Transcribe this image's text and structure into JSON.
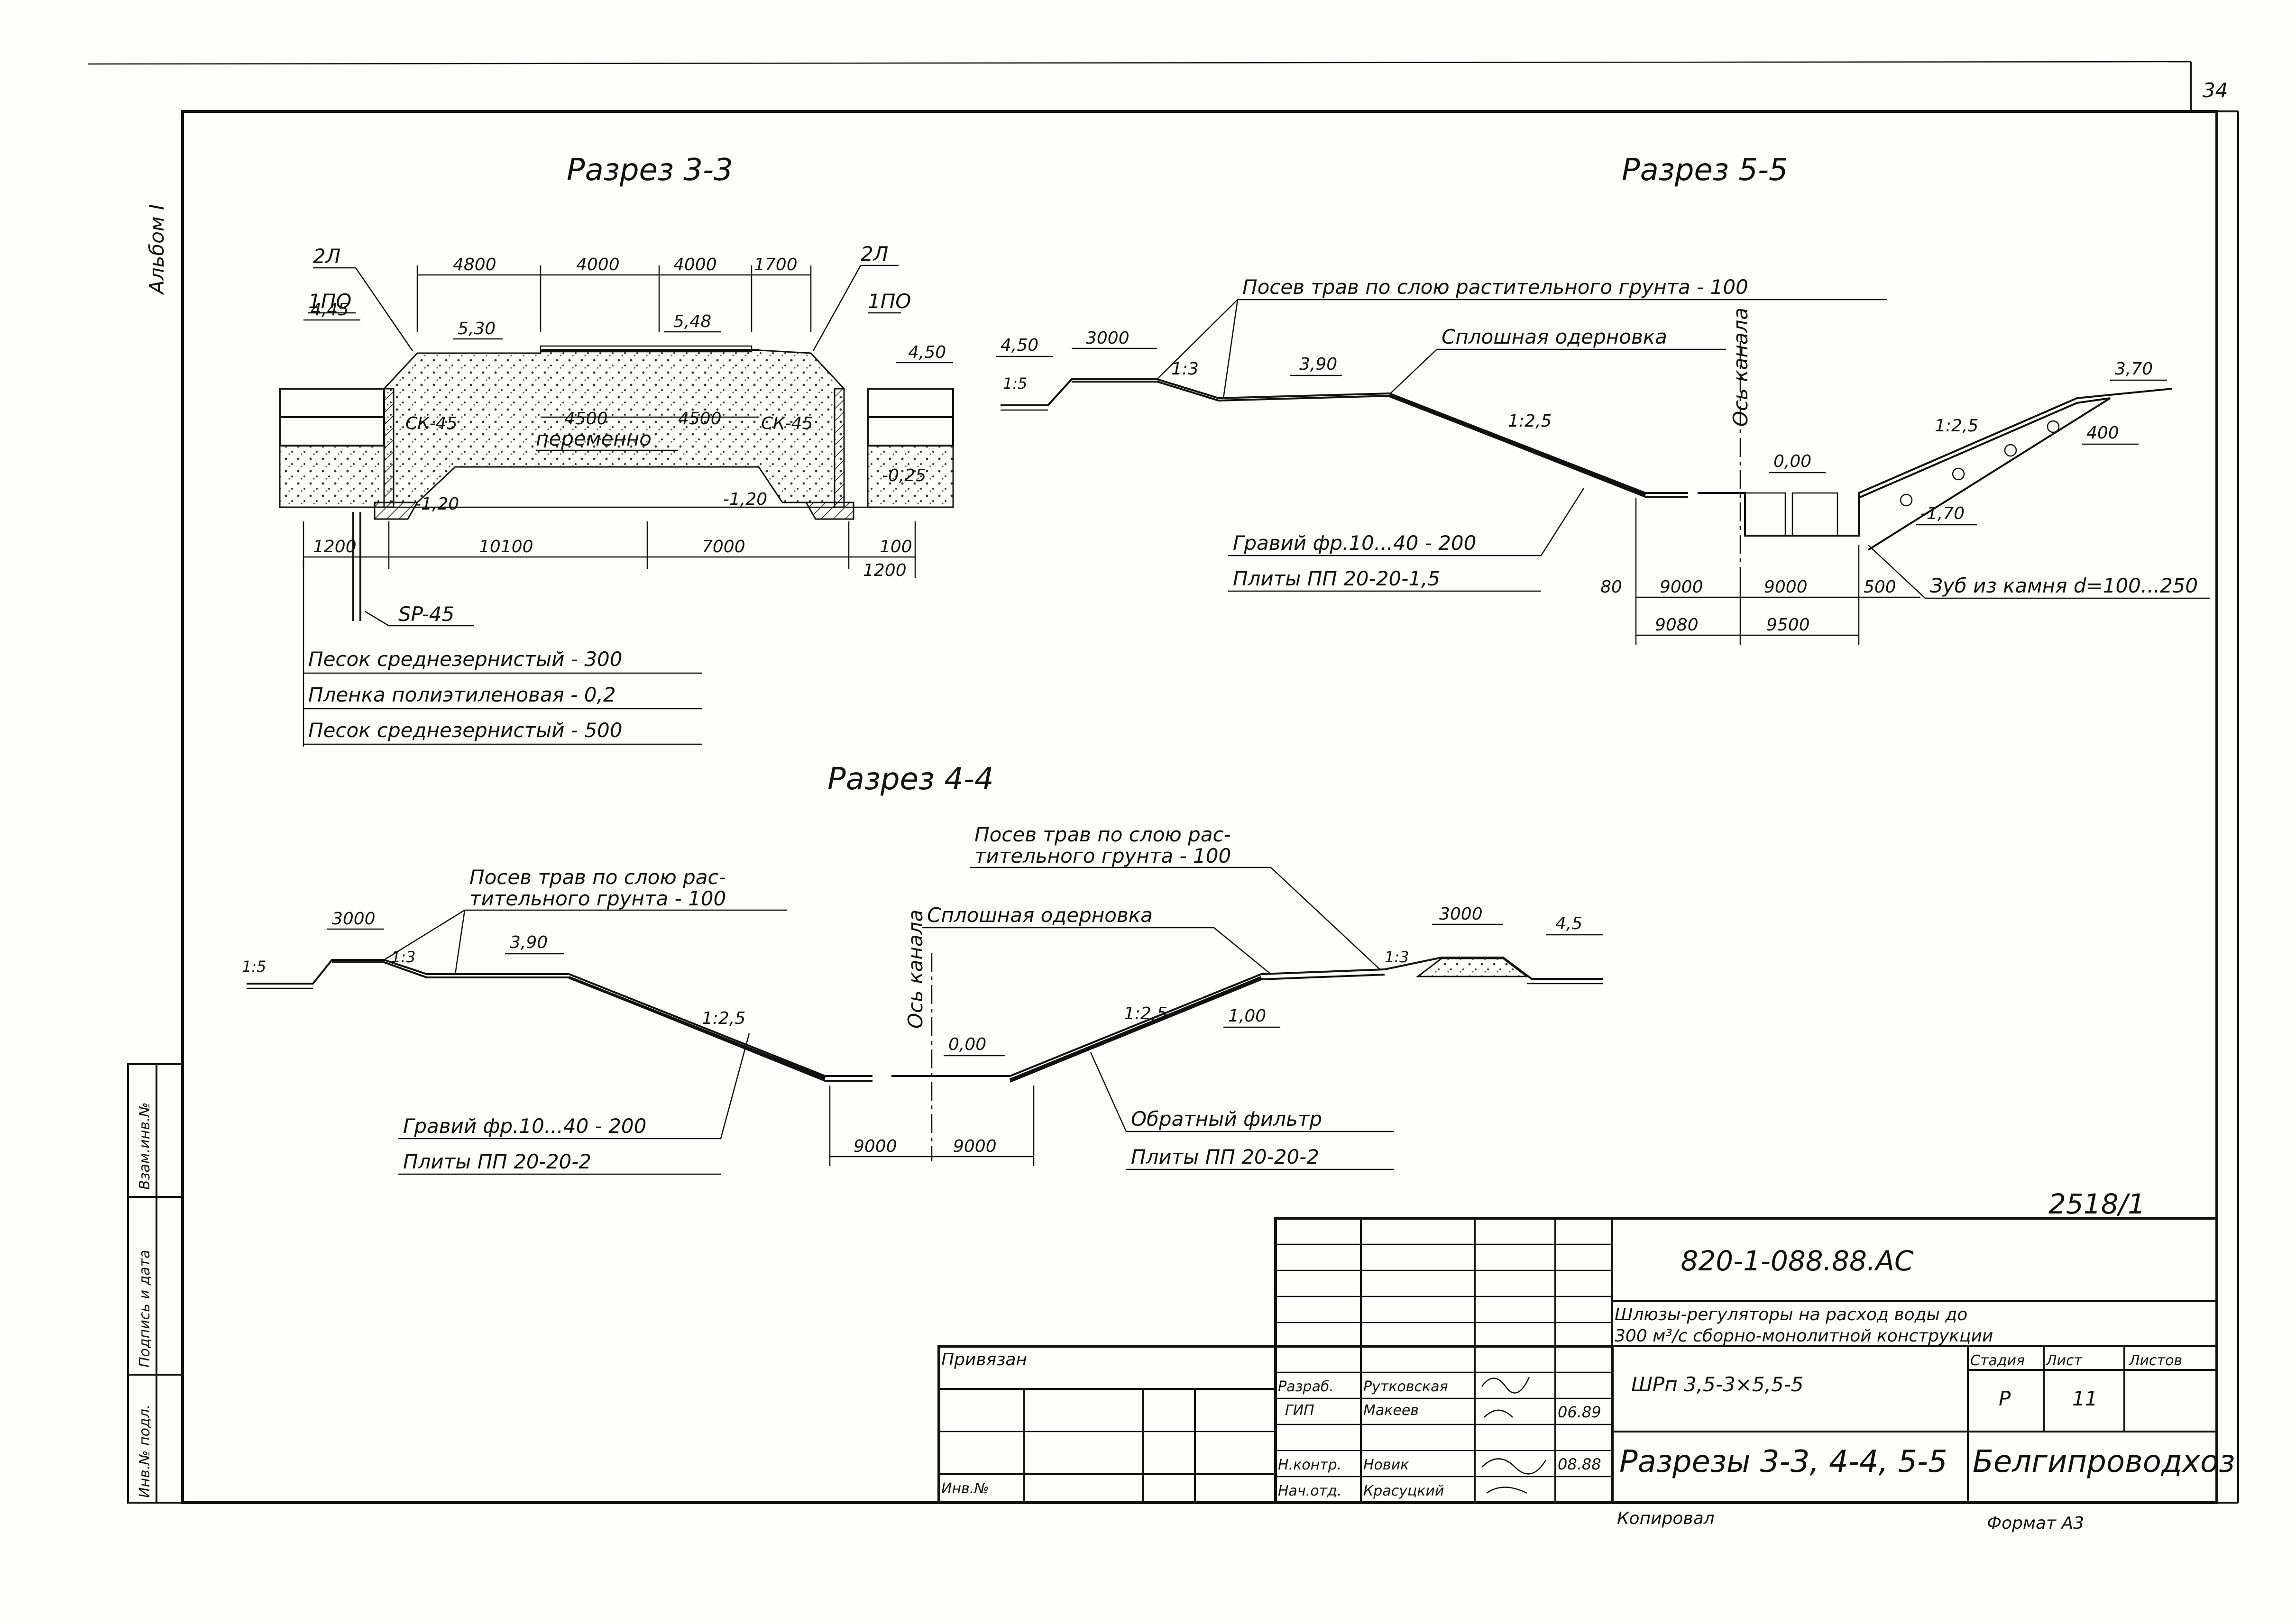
{
  "sheet": {
    "page_number": "34",
    "album_label": "Альбом I",
    "stamp": "2518/1",
    "format_label": "Формат А3",
    "copied_label": "Копировал"
  },
  "side_stamp": {
    "inv_podl": "Инв.№ подл.",
    "podpis_data": "Подпись и дата",
    "vzam_inv": "Взам.инв.№"
  },
  "section_33": {
    "title": "Разрез 3-3",
    "dims_top": [
      "4800",
      "4000",
      "4000",
      "1700"
    ],
    "dims_inner": [
      "4500",
      "4500"
    ],
    "dims_bottom": [
      "1200",
      "10100",
      "7000",
      "100",
      "1200"
    ],
    "levels": [
      "4,45",
      "5,30",
      "5,48",
      "4,50",
      "-1,20",
      "-1,20",
      "-0,25"
    ],
    "callouts": [
      "2Л",
      "1ПО",
      "2Л",
      "1ПО"
    ],
    "labels": {
      "sk_left": "СК-45",
      "sk_right": "СК-45",
      "variable": "переменно",
      "sp": "SP-45"
    },
    "layers": [
      "Песок среднезернистый - 300",
      "Пленка полиэтиленовая - 0,2",
      "Песок среднезернистый - 500"
    ]
  },
  "section_55": {
    "title": "Разрез 5-5",
    "grass": "Посев трав по слою растительного грунта - 100",
    "sod": "Сплошная одерновка",
    "axis": "Ось канала",
    "slopes": [
      "1:3",
      "1:2,5",
      "1:2,5",
      "1:5"
    ],
    "levels": [
      "4,50",
      "3,90",
      "0,00",
      "-1,70",
      "3,70"
    ],
    "dims": [
      "3000",
      "80",
      "9000",
      "9000",
      "500",
      "9080",
      "9500",
      "400"
    ],
    "gravel": "Гравий фр.10...40 - 200",
    "plates": "Плиты ПП 20-20-1,5",
    "tooth": "Зуб из камня d=100...250"
  },
  "section_44": {
    "title": "Разрез 4-4",
    "grass_left_1": "Посев трав по слою рас-",
    "grass_left_2": "тительного грунта - 100",
    "grass_right_1": "Посев трав по слою рас-",
    "grass_right_2": "тительного грунта - 100",
    "sod": "Сплошная одерновка",
    "axis": "Ось канала",
    "slopes": [
      "1:5",
      "1:3",
      "1:2,5",
      "1:2,5",
      "1:3"
    ],
    "levels": [
      "3,90",
      "0,00",
      "1,00",
      "4,5"
    ],
    "dims": [
      "3000",
      "9000",
      "9000",
      "3000"
    ],
    "gravel": "Гравий фр.10...40 - 200",
    "plates_left": "Плиты ПП 20-20-2",
    "filter": "Обратный фильтр",
    "plates_right": "Плиты ПП 20-20-2"
  },
  "title_block": {
    "doc_code": "820-1-088.88.АС",
    "project_1": "Шлюзы-регуляторы на расход воды до",
    "project_2": "300 м³/с сборно-монолитной конструкции",
    "object": "ШРп 3,5-3×5,5-5",
    "stage_h": "Стадия",
    "sheet_h": "Лист",
    "sheets_h": "Листов",
    "stage": "Р",
    "sheet": "11",
    "drawing": "Разрезы 3-3, 4-4, 5-5",
    "org": "Белгипроводхоз",
    "bound": "Привязан",
    "inv": "Инв.№",
    "roles": [
      {
        "role": "Разраб.",
        "name": "Рутковская",
        "date": ""
      },
      {
        "role": "ГИП",
        "name": "Макеев",
        "date": "06.89"
      },
      {
        "role": "Н.контр.",
        "name": "Новик",
        "date": "08.88"
      },
      {
        "role": "Нач.отд.",
        "name": "Красуцкий",
        "date": ""
      }
    ]
  }
}
